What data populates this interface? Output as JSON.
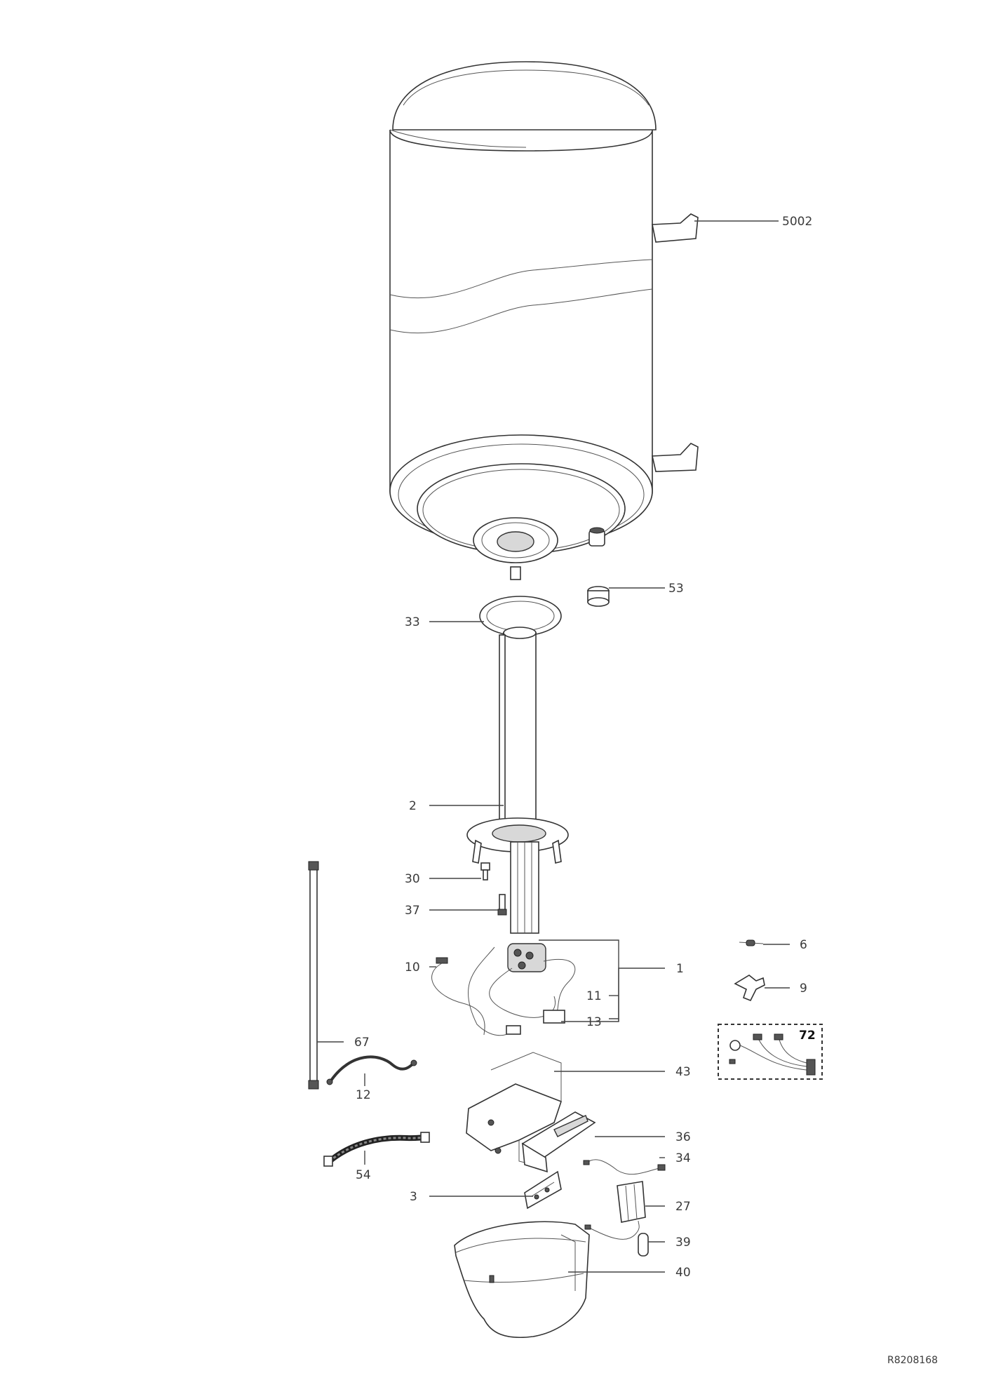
{
  "callouts": [
    {
      "id": "5002",
      "text": "5002"
    },
    {
      "id": "53",
      "text": "53"
    },
    {
      "id": "33",
      "text": "33"
    },
    {
      "id": "2",
      "text": "2"
    },
    {
      "id": "30",
      "text": "30"
    },
    {
      "id": "37",
      "text": "37"
    },
    {
      "id": "1",
      "text": "1"
    },
    {
      "id": "10",
      "text": "10"
    },
    {
      "id": "11",
      "text": "11"
    },
    {
      "id": "13",
      "text": "13"
    },
    {
      "id": "6",
      "text": "6"
    },
    {
      "id": "9",
      "text": "9"
    },
    {
      "id": "72",
      "text": "72"
    },
    {
      "id": "67",
      "text": "67"
    },
    {
      "id": "12",
      "text": "12"
    },
    {
      "id": "43",
      "text": "43"
    },
    {
      "id": "36",
      "text": "36"
    },
    {
      "id": "34",
      "text": "34"
    },
    {
      "id": "54",
      "text": "54"
    },
    {
      "id": "3",
      "text": "3"
    },
    {
      "id": "27",
      "text": "27"
    },
    {
      "id": "39",
      "text": "39"
    },
    {
      "id": "40",
      "text": "40"
    }
  ],
  "reference_code": "R8208168"
}
